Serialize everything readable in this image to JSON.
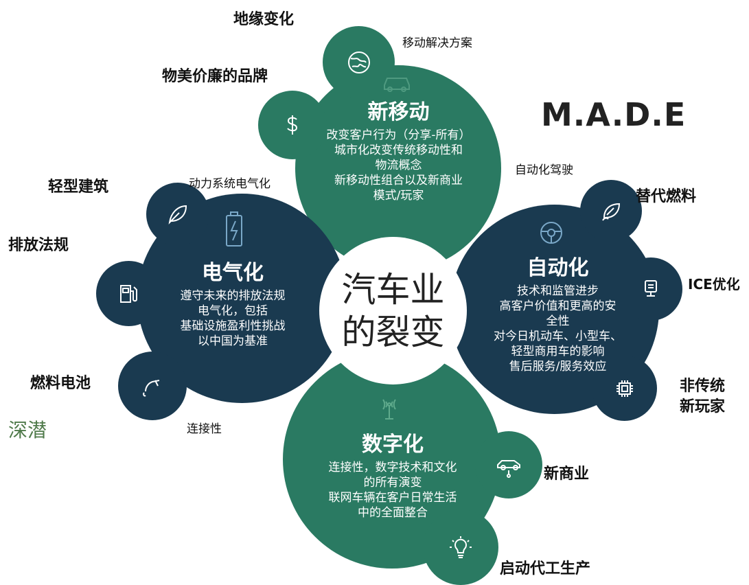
{
  "brand": "M.A.D.E",
  "deep_dive": "深潜",
  "center": {
    "line1": "汽车业",
    "line2": "的裂变"
  },
  "petals": {
    "mobility": {
      "title": "新移动",
      "lines": [
        "改变客户行为（分享-所有）",
        "城市化改变传统移动性和",
        "物流概念",
        "新移动性组合以及新商业",
        "模式/玩家"
      ],
      "color": "#2a7a62"
    },
    "electric": {
      "title": "电气化",
      "lines": [
        "遵守未来的排放法规",
        "电气化，包括",
        "基础设施盈利性挑战",
        "以中国为基准"
      ],
      "color": "#1a3a50"
    },
    "autonomous": {
      "title": "自动化",
      "lines": [
        "技术和监管进步",
        "高客户价值和更高的安",
        "全性",
        "对今日机动车、小型车、",
        "轻型商用车的影响",
        "售后服务/服务效应"
      ],
      "color": "#1a3a50"
    },
    "digital": {
      "title": "数字化",
      "lines": [
        "连接性，数字技术和文化",
        "的所有演变",
        "联网车辆在客户日常生活",
        "中的全面整合"
      ],
      "color": "#2a7a62"
    }
  },
  "small_labels": {
    "mobility_solutions": "移动解决方案",
    "powertrain_electrification": "动力系统电气化",
    "autonomous_driving": "自动化驾驶",
    "connectivity": "连接性"
  },
  "outer_labels": {
    "geopolitics": "地缘变化",
    "affordable_brands": "物美价廉的品牌",
    "lightweight": "轻型建筑",
    "emission_regulations": "排放法规",
    "fuel_cell": "燃料电池",
    "alternative_fuels": "替代燃料",
    "ice_optimization": "ICE优化",
    "non_traditional_players_1": "非传统",
    "non_traditional_players_2": "新玩家",
    "new_business": "新商业",
    "startup_production": "启动代工生产"
  }
}
